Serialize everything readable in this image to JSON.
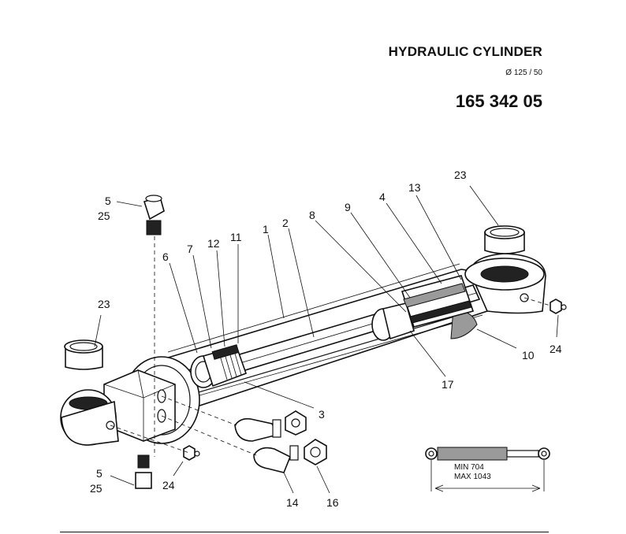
{
  "header": {
    "title": "HYDRAULIC CYLINDER",
    "diameter": "Ø 125 / 50",
    "part_number": "165 342 05"
  },
  "stroke_info": {
    "min_label": "MIN  704",
    "max_label": "MAX  1043"
  },
  "callouts": {
    "c1": "1",
    "c2": "2",
    "c3": "3",
    "c4": "4",
    "c5a": "5",
    "c25a": "25",
    "c5b": "5",
    "c25b": "25",
    "c6": "6",
    "c7": "7",
    "c8": "8",
    "c9": "9",
    "c10": "10",
    "c11": "11",
    "c12": "12",
    "c13": "13",
    "c14": "14",
    "c16": "16",
    "c17": "17",
    "c23a": "23",
    "c23b": "23",
    "c24a": "24",
    "c24b": "24"
  }
}
